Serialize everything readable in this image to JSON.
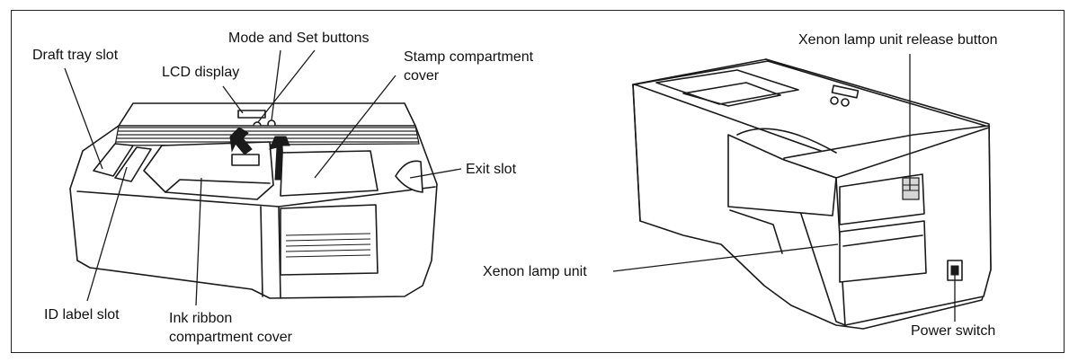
{
  "left_view": {
    "labels": {
      "draft_tray_slot": "Draft tray slot",
      "mode_set_buttons": "Mode and Set buttons",
      "lcd_display": "LCD display",
      "stamp_cover_line1": "Stamp compartment",
      "stamp_cover_line2": "cover",
      "exit_slot": "Exit slot",
      "id_label_slot": "ID label slot",
      "ink_ribbon_line1": "Ink ribbon",
      "ink_ribbon_line2": "compartment cover"
    }
  },
  "right_view": {
    "labels": {
      "lamp_release_button": "Xenon lamp unit release button",
      "lamp_unit": "Xenon lamp unit",
      "power_switch": "Power switch"
    }
  }
}
